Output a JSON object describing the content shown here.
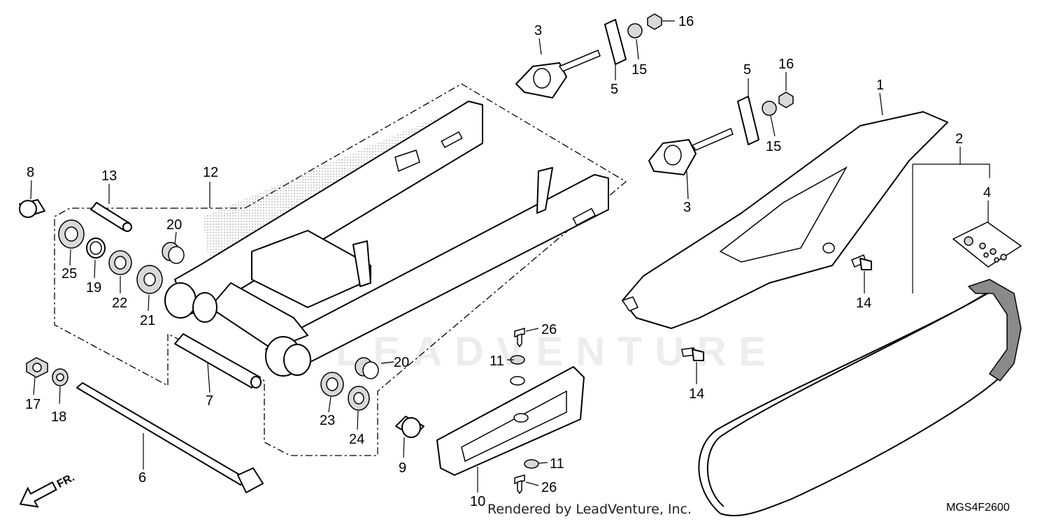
{
  "callouts": {
    "c1": "1",
    "c2": "2",
    "c3a": "3",
    "c3b": "3",
    "c4": "4",
    "c5a": "5",
    "c5b": "5",
    "c6": "6",
    "c7": "7",
    "c8": "8",
    "c9": "9",
    "c10": "10",
    "c11a": "11",
    "c11b": "11",
    "c12": "12",
    "c13": "13",
    "c14a": "14",
    "c14b": "14",
    "c15a": "15",
    "c15b": "15",
    "c16a": "16",
    "c16b": "16",
    "c17": "17",
    "c18": "18",
    "c19": "19",
    "c20a": "20",
    "c20b": "20",
    "c21": "21",
    "c22": "22",
    "c23": "23",
    "c24": "24",
    "c25": "25",
    "c26a": "26",
    "c26b": "26"
  },
  "direction_label": "FR.",
  "watermark": "LEADVENTURE",
  "footer_credit": "Rendered by LeadVenture, Inc.",
  "diagram_code": "MGS4F2600"
}
